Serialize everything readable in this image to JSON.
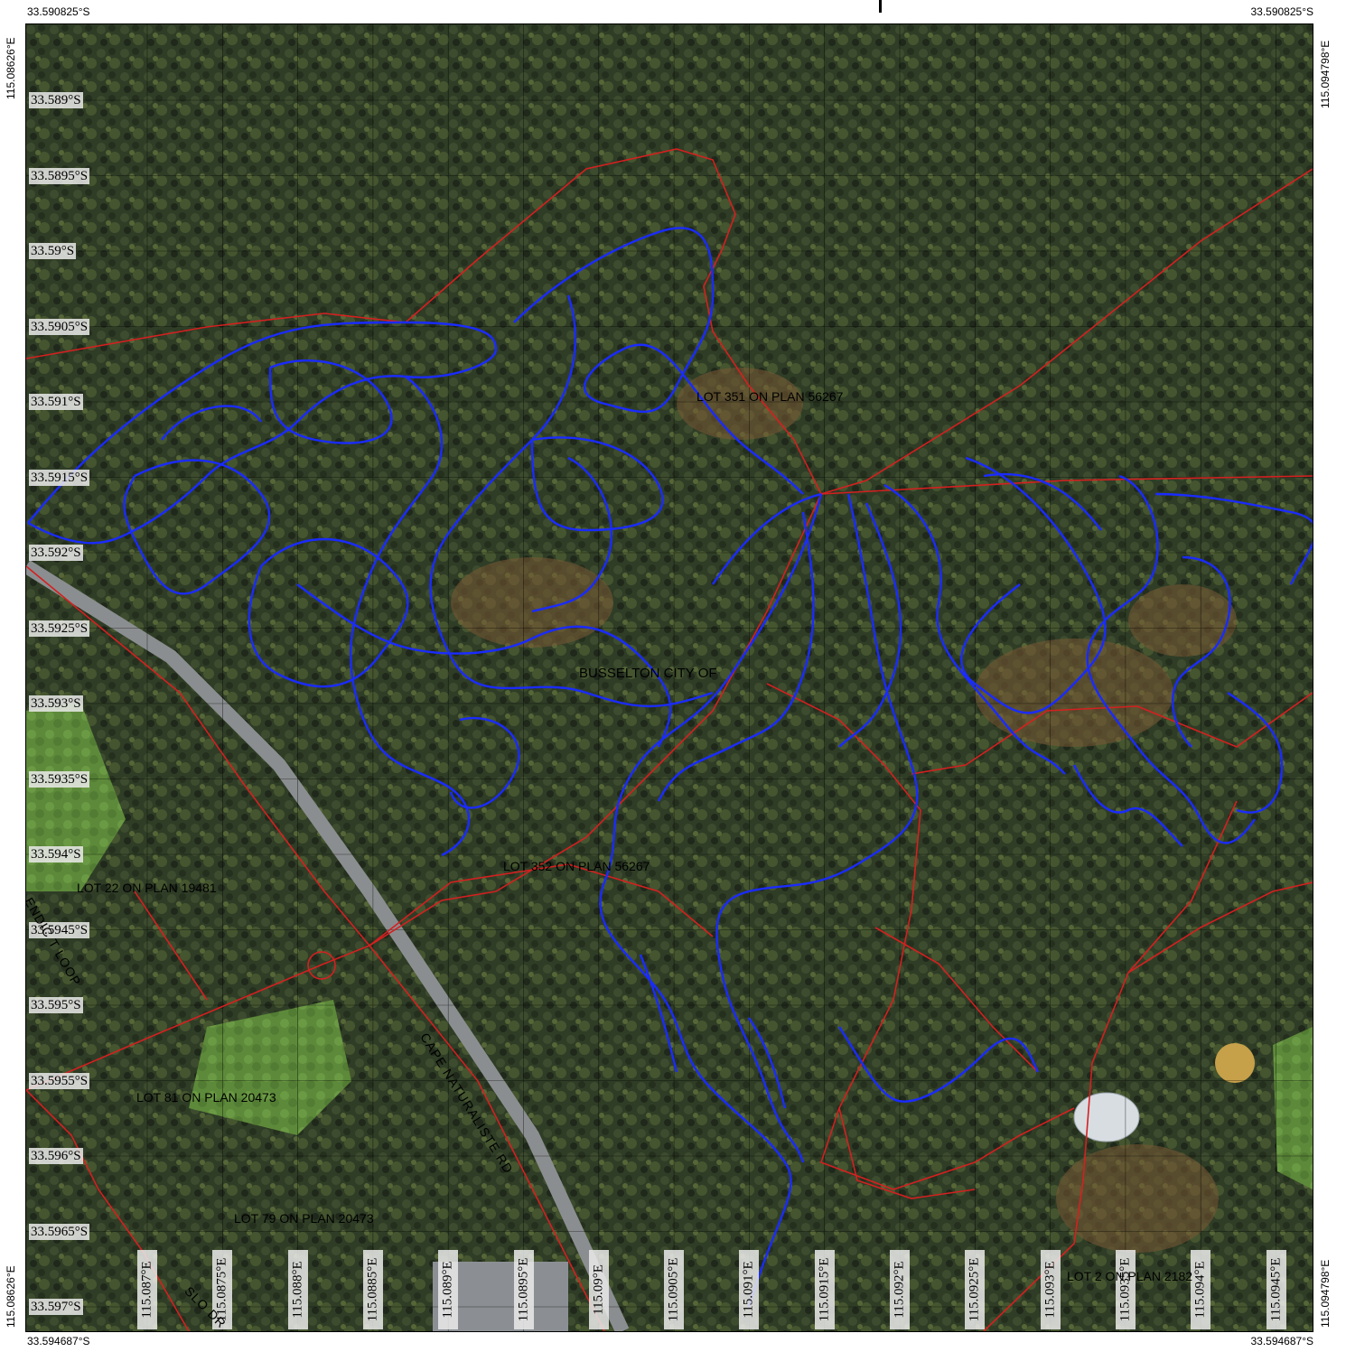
{
  "corners": {
    "top_left_lat": "33.590825°S",
    "top_right_lat": "33.590825°S",
    "bottom_left_lat": "33.594687°S",
    "bottom_right_lat": "33.594687°S",
    "left_top_lon": "115.08626°E",
    "left_bottom_lon": "115.08626°E",
    "right_top_lon": "115.094798°E",
    "right_bottom_lon": "115.094798°E"
  },
  "lat_grid": [
    "33.589°S",
    "33.5895°S",
    "33.59°S",
    "33.5905°S",
    "33.591°S",
    "33.5915°S",
    "33.592°S",
    "33.5925°S",
    "33.593°S",
    "33.5935°S",
    "33.594°S",
    "33.5945°S",
    "33.595°S",
    "33.5955°S",
    "33.596°S",
    "33.5965°S",
    "33.597°S"
  ],
  "lon_grid": [
    "115.087°E",
    "115.0875°E",
    "115.088°E",
    "115.0885°E",
    "115.089°E",
    "115.0895°E",
    "115.09°E",
    "115.0905°E",
    "115.091°E",
    "115.0915°E",
    "115.092°E",
    "115.0925°E",
    "115.093°E",
    "115.0935°E",
    "115.094°E",
    "115.0945°E"
  ],
  "parcels": {
    "lot351": "LOT 351 ON PLAN 56267",
    "busselton": "BUSSELTON CITY OF",
    "lot352": "LOT 352 ON PLAN 56267",
    "lot22": "LOT 22 ON PLAN 19481",
    "lot81": "LOT 81 ON PLAN 20473",
    "lot79": "LOT 79 ON PLAN 20473",
    "lot2": "LOT 2 ON PLAN 2182"
  },
  "roads": {
    "cape": "CAPE NATURALISTE RD",
    "loop": "ENDIC T LOOP",
    "dr": "SLO DR"
  },
  "colors": {
    "trail": "#1a2bff",
    "boundary": "#d42020",
    "grid": "#000000"
  }
}
